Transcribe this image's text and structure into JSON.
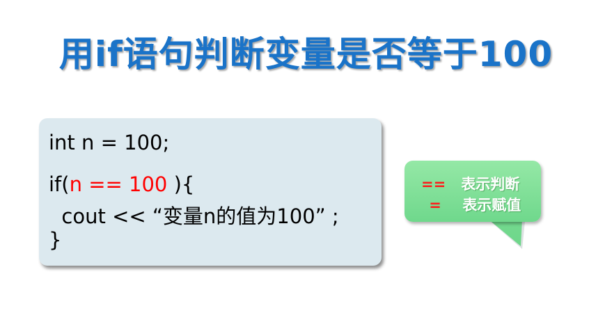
{
  "title": "用if语句判断变量是否等于100",
  "code": {
    "line1": "int n = 100;",
    "line2_prefix": "if(",
    "line2_condition": "n == 100",
    "line2_suffix": " ){",
    "line3": "  cout << “变量n的值为100” ;",
    "line4": "}"
  },
  "callout": {
    "rows": [
      {
        "operator": "==",
        "meaning": "表示判断"
      },
      {
        "operator": "=",
        "meaning": "表示赋值"
      }
    ],
    "background": "#7ddf96",
    "operator_color": "#ff0000"
  },
  "colors": {
    "title": "#1a73c8",
    "code_background": "#dce9ef",
    "highlight": "#ff0000"
  }
}
